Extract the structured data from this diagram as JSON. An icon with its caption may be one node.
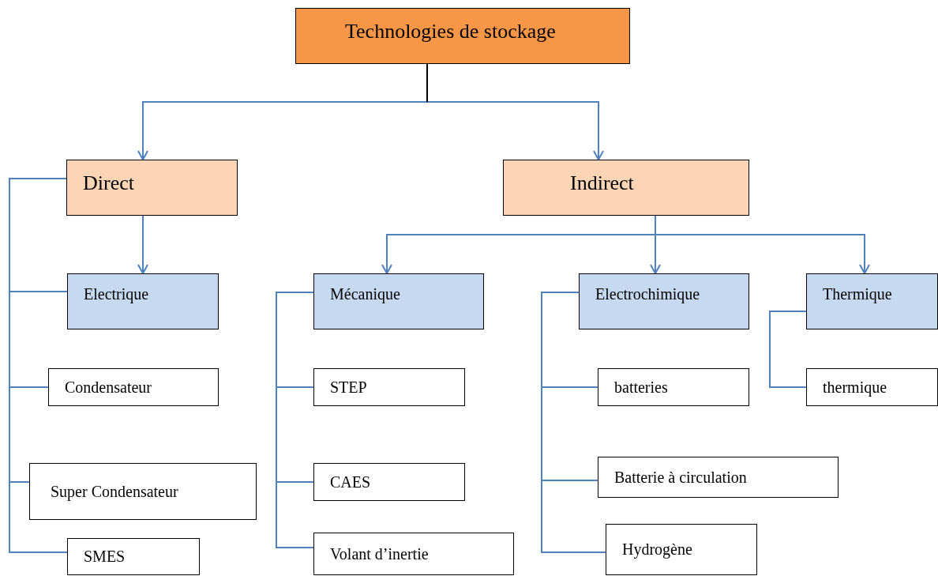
{
  "diagram": {
    "nodes": [
      {
        "text": [
          "Technologies de stockage"
        ]
      },
      {
        "text": [
          "Direct"
        ]
      },
      {
        "text": [
          "Indirect"
        ]
      },
      {
        "text": [
          "Electrique"
        ]
      },
      {
        "text": [
          "Mécanique"
        ]
      },
      {
        "text": [
          "Electrochimique"
        ]
      },
      {
        "text": [
          "Thermique"
        ]
      },
      {
        "text": [
          "Condensateur"
        ]
      },
      {
        "text": [
          "Super Condensateur"
        ]
      },
      {
        "text": [
          "SMES"
        ]
      },
      {
        "text": [
          "STEP"
        ]
      },
      {
        "text": [
          "CAES"
        ]
      },
      {
        "text": [
          "Volant d’inertie"
        ]
      },
      {
        "text": [
          "batteries"
        ]
      },
      {
        "text": [
          "Batterie à circulation"
        ]
      },
      {
        "text": [
          "Hydrogène"
        ]
      },
      {
        "text": [
          "thermique"
        ]
      }
    ],
    "edges": [
      {
        "from": 0,
        "to": 1,
        "arrow": "to"
      },
      {
        "from": 0,
        "to": 2,
        "arrow": "to"
      },
      {
        "from": 1,
        "to": 3,
        "arrow": "to"
      },
      {
        "from": 1,
        "to": 3,
        "arrow": "none"
      },
      {
        "from": 1,
        "to": 7,
        "arrow": "none"
      },
      {
        "from": 1,
        "to": 8,
        "arrow": "none"
      },
      {
        "from": 1,
        "to": 9,
        "arrow": "none"
      },
      {
        "from": 2,
        "to": 4,
        "arrow": "to"
      },
      {
        "from": 2,
        "to": 5,
        "arrow": "to"
      },
      {
        "from": 2,
        "to": 6,
        "arrow": "to"
      },
      {
        "from": 4,
        "to": 10,
        "arrow": "none"
      },
      {
        "from": 4,
        "to": 11,
        "arrow": "none"
      },
      {
        "from": 4,
        "to": 12,
        "arrow": "none"
      },
      {
        "from": 5,
        "to": 13,
        "arrow": "none"
      },
      {
        "from": 5,
        "to": 14,
        "arrow": "none"
      },
      {
        "from": 5,
        "to": 15,
        "arrow": "none"
      },
      {
        "from": 6,
        "to": 16,
        "arrow": "none"
      }
    ]
  }
}
